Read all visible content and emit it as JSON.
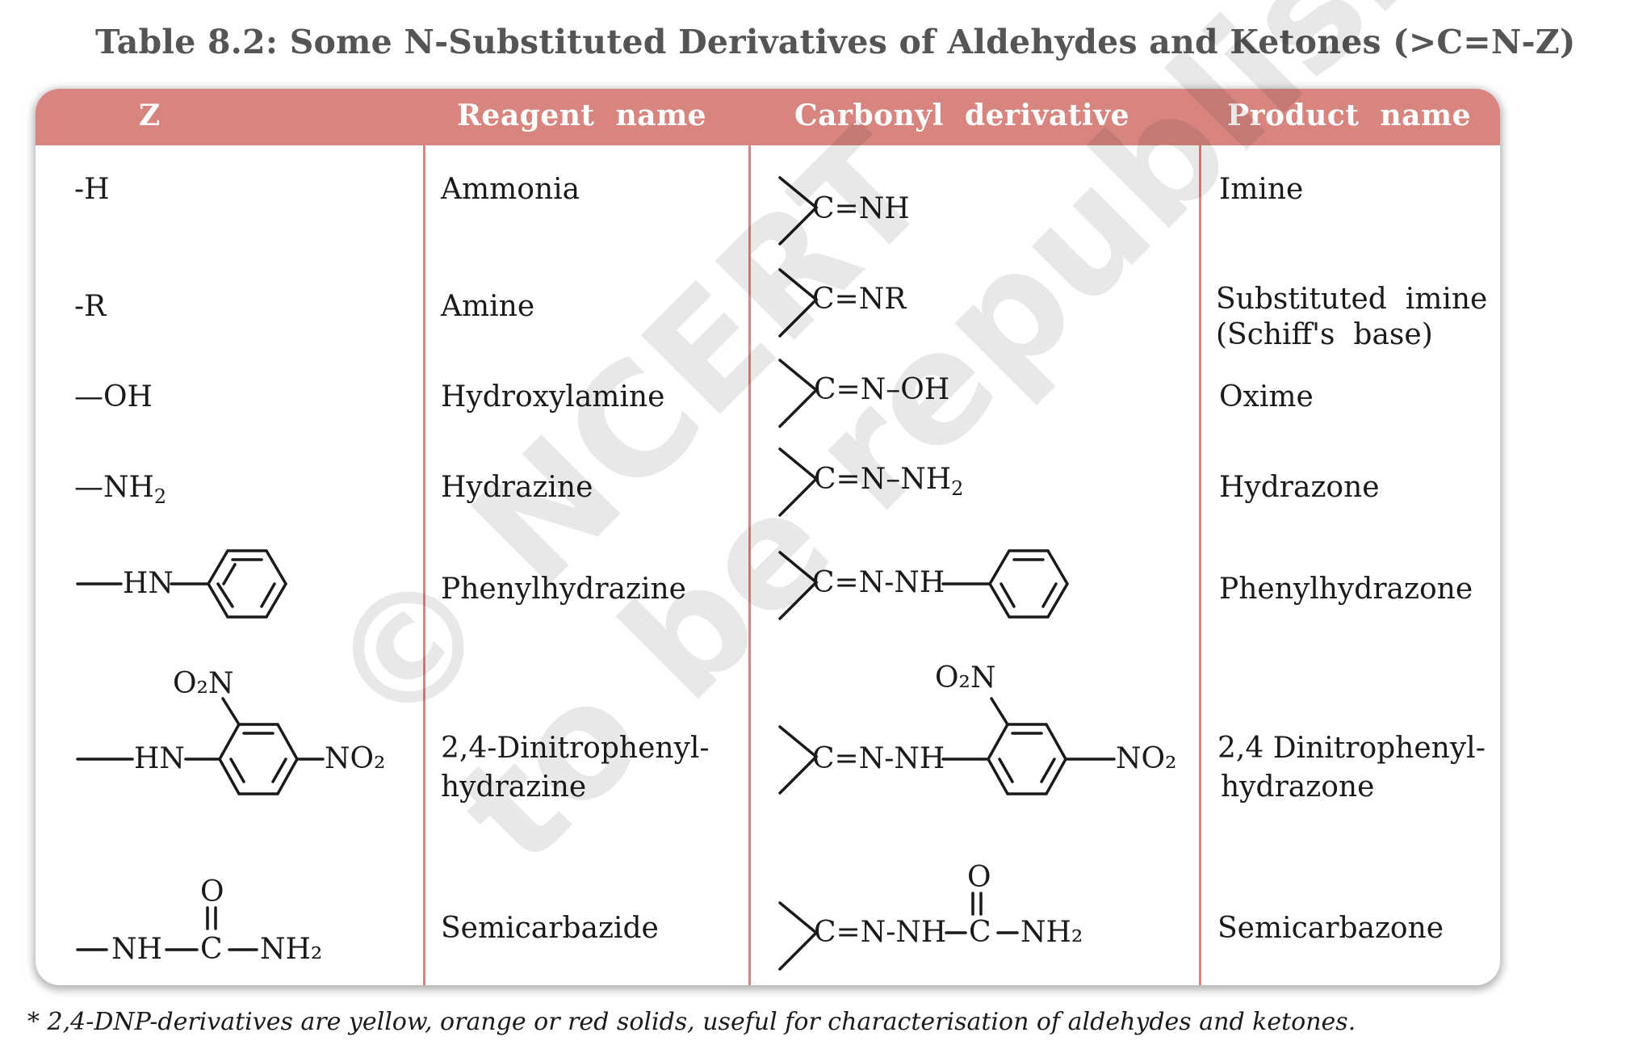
{
  "title": "Table 8.2: Some N-Substituted Derivatives of Aldehydes and Ketones (>C=N-Z)",
  "headers": [
    "Z",
    "Reagent  name",
    "Carbonyl  derivative",
    "Product  name"
  ],
  "rows": [
    {
      "z": "-H",
      "reagent": "Ammonia",
      "derivative": "C=NH",
      "product": "Imine"
    },
    {
      "z": "-R",
      "reagent": "Amine",
      "derivative": "C=NR",
      "product_line1": "Substituted  imine",
      "product_line2": "(Schiff's  base)"
    },
    {
      "z": "—OH",
      "reagent": "Hydroxylamine",
      "derivative": "C=N–OH",
      "product": "Oxime"
    },
    {
      "z": "—NH",
      "z_sub": "2",
      "reagent": "Hydrazine",
      "derivative": "C=N–NH",
      "derivative_sub": "2",
      "product": "Hydrazone"
    },
    {
      "z": "HN",
      "reagent": "Phenylhydrazine",
      "derivative": "C=N-NH",
      "product": "Phenylhydrazone"
    },
    {
      "z": "HN",
      "z_o2n": "O₂N",
      "z_no2": "NO₂",
      "reagent_line1": "2,4-Dinitrophenyl-",
      "reagent_line2": "hydrazine",
      "derivative": "C=N-NH",
      "derivative_o2n": "O₂N",
      "derivative_no2": "NO₂",
      "product_line1": "2,4 Dinitrophenyl-",
      "product_line2": "hydrazone"
    },
    {
      "z_nh": "NH",
      "z_c": "C",
      "z_o": "O",
      "z_nh2": "NH₂",
      "reagent": "Semicarbazide",
      "derivative": "C=N-NH",
      "derivative_c": "C",
      "derivative_o": "O",
      "derivative_nh2": "NH₂",
      "product": "Semicarbazone"
    }
  ],
  "footnote": "* 2,4-DNP-derivatives are yellow, orange or red solids, useful for characterisation of aldehydes and ketones.",
  "watermark": "© NCERT\nto be republished",
  "colors": {
    "header_bg": "#d88580",
    "title": "#555555",
    "text": "#1a1a1a"
  }
}
